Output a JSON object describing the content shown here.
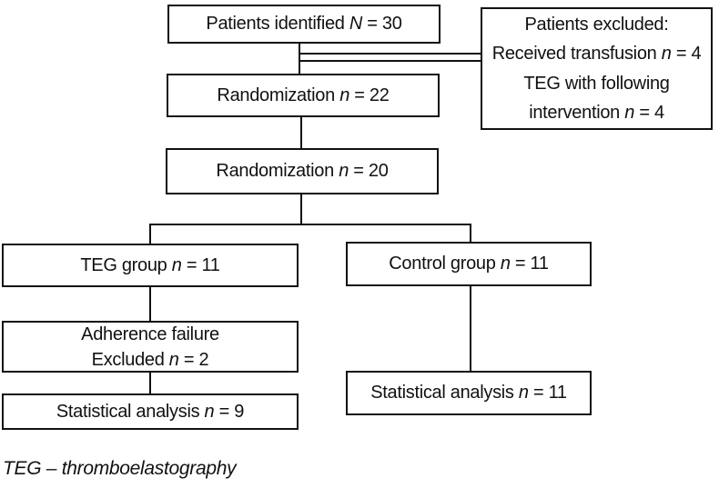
{
  "diagram": {
    "boxes": {
      "identified": {
        "lines": [
          "Patients identified N = 30"
        ]
      },
      "excluded": {
        "lines": [
          "Patients excluded:",
          "Received transfusion n = 4",
          "TEG with following",
          "intervention n = 4"
        ]
      },
      "rand22": {
        "lines": [
          "Randomization n = 22"
        ]
      },
      "rand20": {
        "lines": [
          "Randomization n = 20"
        ]
      },
      "teg_group": {
        "lines": [
          "TEG group n = 11"
        ]
      },
      "control_group": {
        "lines": [
          "Control group n = 11"
        ]
      },
      "adherence": {
        "lines": [
          "Adherence failure",
          "Excluded n = 2"
        ]
      },
      "stat_teg": {
        "lines": [
          "Statistical analysis n = 9"
        ]
      },
      "stat_control": {
        "lines": [
          "Statistical analysis n = 11"
        ]
      }
    },
    "footnote": "TEG – thromboelastography",
    "colors": {
      "line": "#111111",
      "text": "#111111",
      "background": "#ffffff"
    }
  }
}
